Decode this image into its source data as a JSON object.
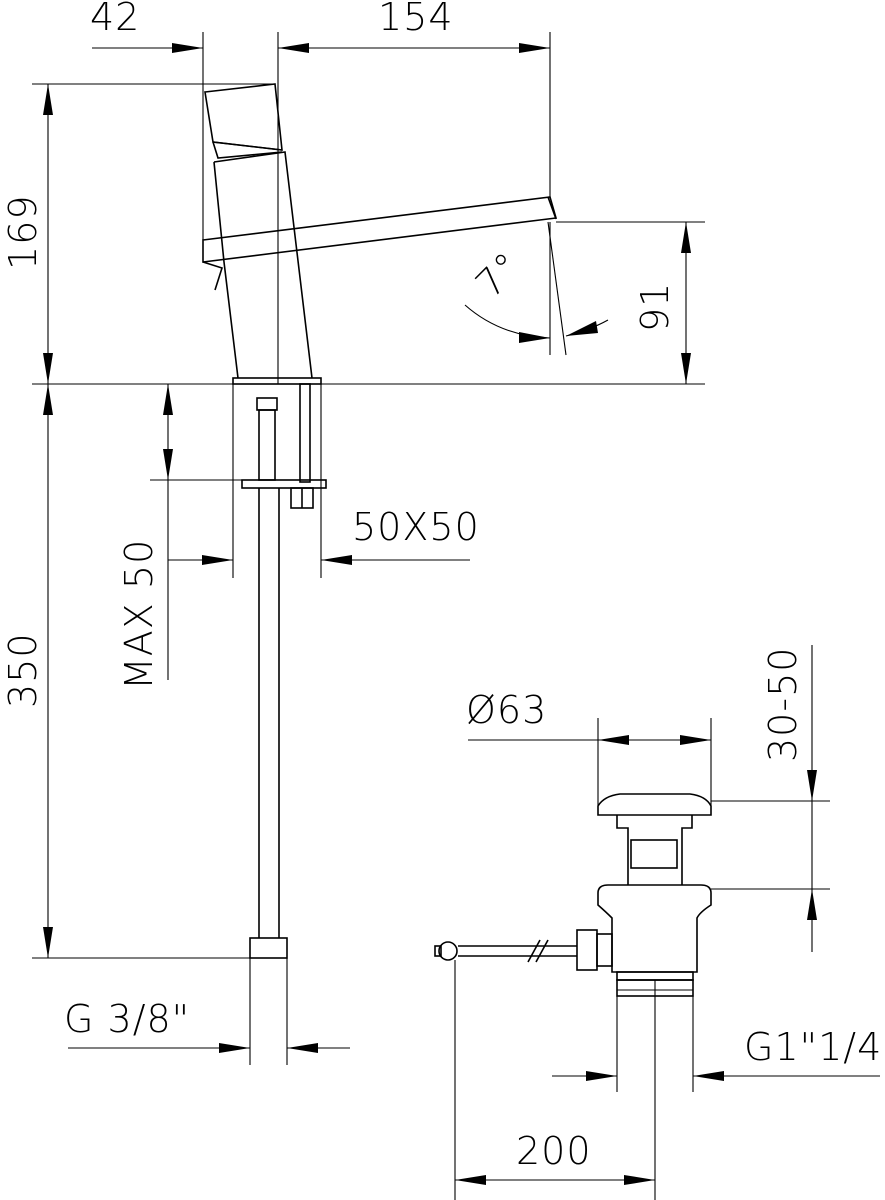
{
  "dimensions": {
    "left_offset": "42",
    "spout_reach": "154",
    "total_height": "169",
    "spout_height": "91",
    "spout_angle": "7°",
    "hose_length": "350",
    "max_deck_thickness": "MAX 50",
    "base_plate": "50X50",
    "hose_thread": "G 3/8\"",
    "drain_diameter": "Ø63",
    "drain_range": "30-50",
    "drain_thread": "G1\"1/4",
    "rod_length": "200"
  }
}
